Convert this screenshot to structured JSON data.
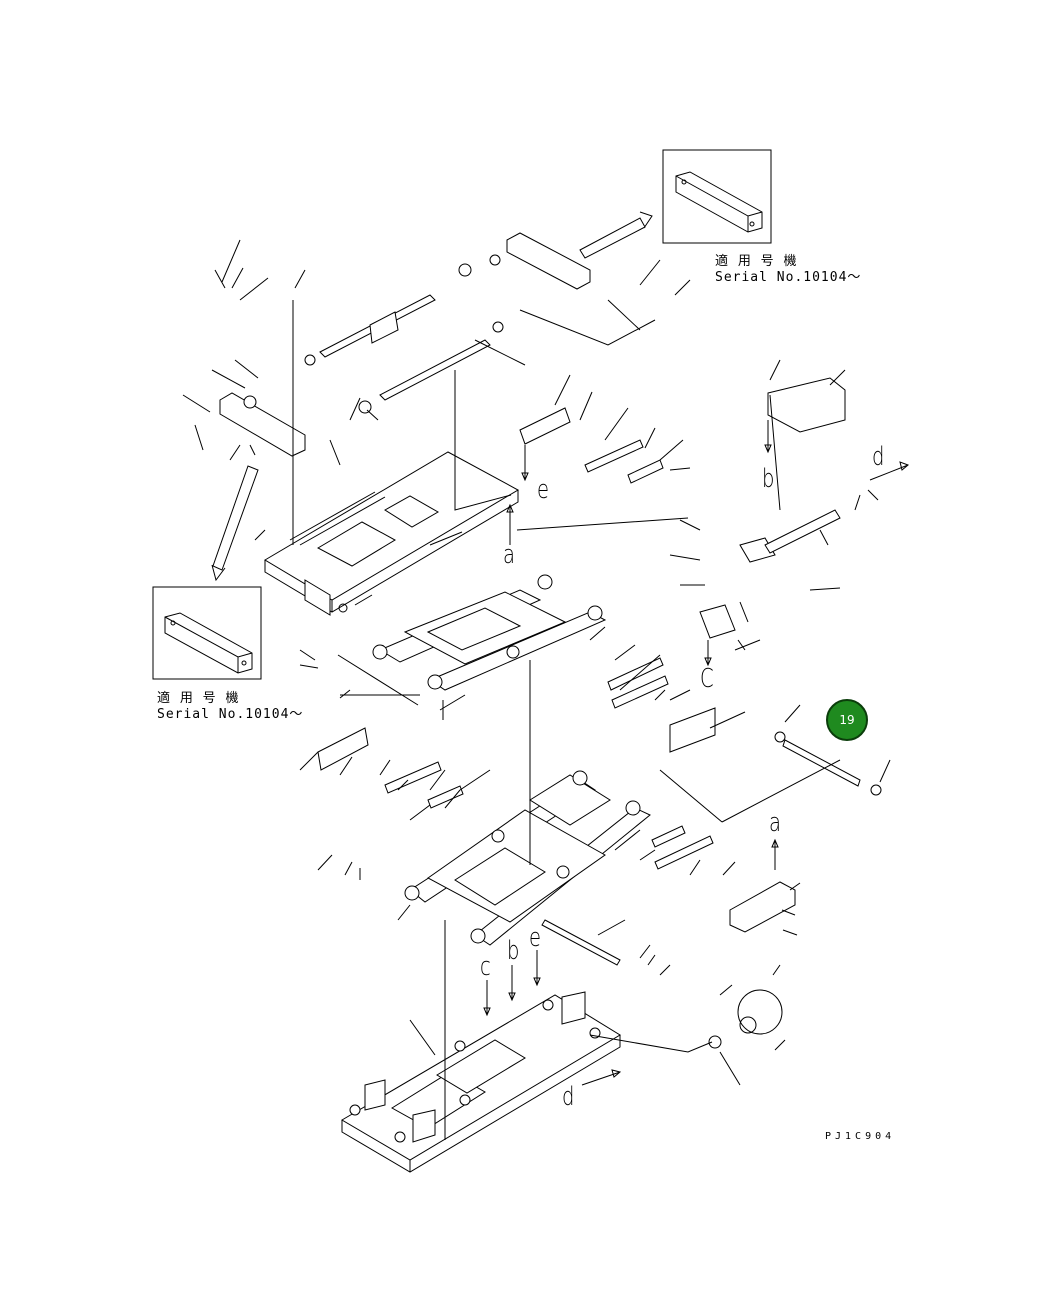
{
  "insets": [
    {
      "caption_line1": "適 用 号 機",
      "caption_line2": "Serial No.10104〜"
    },
    {
      "caption_line1": "適 用 号 機",
      "caption_line2": "Serial No.10104〜"
    }
  ],
  "view_letters": {
    "a_top": "a",
    "a_right": "a",
    "b_top": "b",
    "b_bottom": "b",
    "c_top": "C",
    "c_bottom": "c",
    "d_top": "d",
    "d_bottom": "d",
    "e_top": "e",
    "e_bottom": "e"
  },
  "callout": {
    "label": "19",
    "color": "#1f8a1f"
  },
  "drawing_code": "PJ1C904"
}
